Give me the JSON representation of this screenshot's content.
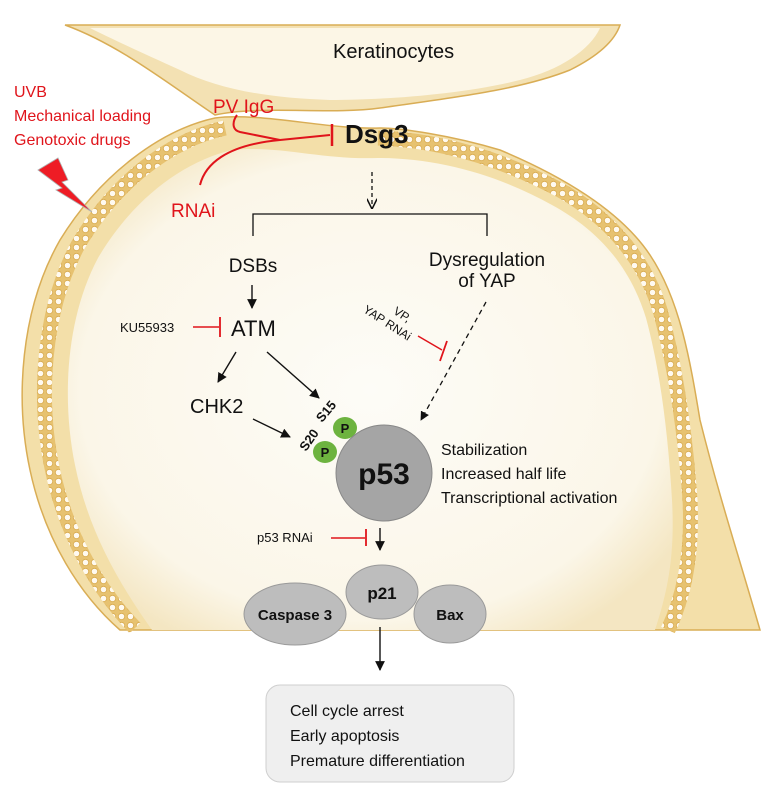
{
  "diagram": {
    "cell_type_label": "Keratinocytes",
    "stimuli": [
      "UVB",
      "Mechanical loading",
      "Genotoxic drugs"
    ],
    "stress_icon": "lightning-bolt-icon",
    "inhibitors_of_dsg3": [
      "PV IgG",
      "RNAi"
    ],
    "target_protein": "Dsg3",
    "branches": {
      "left": "DSBs",
      "right_line1": "Dysregulation",
      "right_line2": "of YAP"
    },
    "kinases": {
      "atm": "ATM",
      "chk2": "CHK2",
      "atm_inhibitor": "KU55933"
    },
    "yap_inhibitor_line1": "VP,",
    "yap_inhibitor_line2": "YAP RNAi",
    "phospho_sites": [
      {
        "site": "S15",
        "mark": "P"
      },
      {
        "site": "S20",
        "mark": "P"
      }
    ],
    "p53": {
      "label": "p53",
      "effects": [
        "Stabilization",
        "Increased half life",
        "Transcriptional activation"
      ],
      "inhibitor": "p53 RNAi"
    },
    "targets": [
      "Caspase 3",
      "p21",
      "Bax"
    ],
    "outcomes": [
      "Cell cycle arrest",
      "Early apoptosis",
      "Premature differentiation"
    ],
    "colors": {
      "inhibition": "#e0141b",
      "membrane": "#e9c77a",
      "cytoplasm": "#fbf7ec",
      "phospho": "#6db33f",
      "protein": "#bdbdbd",
      "p53": "#a5a5a5",
      "outcome_box": "#efefef"
    }
  }
}
